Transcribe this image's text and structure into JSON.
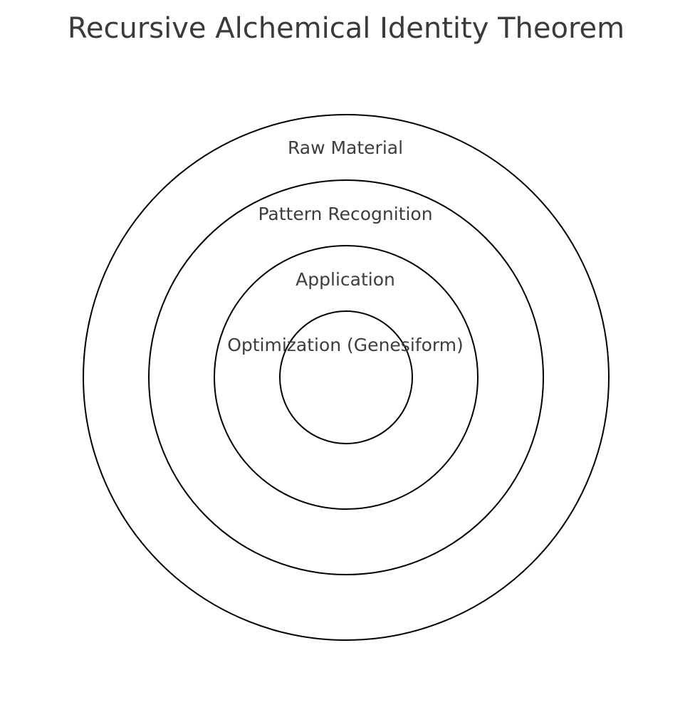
{
  "page_title": "Recursive Alchemical Identity Theorem",
  "diagram": {
    "type": "concentric-circles",
    "rings": [
      {
        "label": "Raw Material"
      },
      {
        "label": "Pattern Recognition"
      },
      {
        "label": "Application"
      },
      {
        "label": "Optimization (Genesiform)"
      }
    ]
  },
  "colors": {
    "circle_stroke": "#000000",
    "title_text": "#3a3a3a",
    "label_text": "#3d3d3d",
    "background": "#ffffff"
  }
}
